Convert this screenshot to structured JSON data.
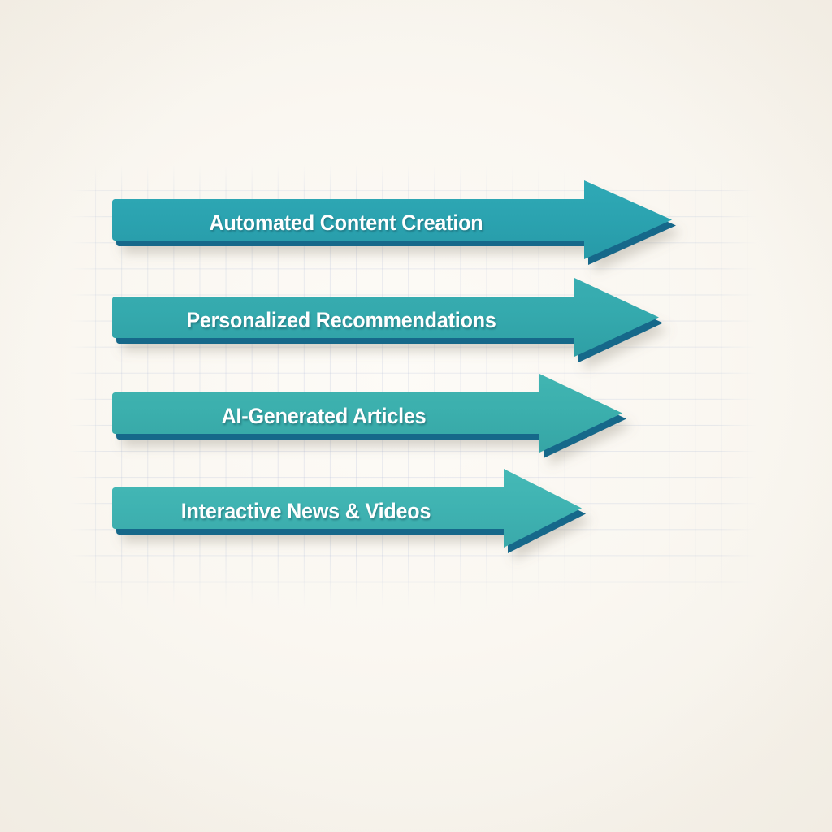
{
  "graphic": {
    "type": "arrow-list-infographic",
    "background_color": "#faf6f0",
    "grid_line_color": "#7e92c4",
    "text_color": "#ffffff",
    "arrow_count": 4
  },
  "arrows": [
    {
      "label": "Automated Content Creation",
      "fill_color": "#2ba3b2",
      "edge_color": "#16708c",
      "order": 1
    },
    {
      "label": "Personalized Recommendations",
      "fill_color": "#34a9ad",
      "edge_color": "#16708c",
      "order": 2
    },
    {
      "label": "AI-Generated Articles",
      "fill_color": "#3bafad",
      "edge_color": "#16708c",
      "order": 3
    },
    {
      "label": "Interactive News & Videos",
      "fill_color": "#3fb3b2",
      "edge_color": "#16708c",
      "order": 4
    }
  ]
}
